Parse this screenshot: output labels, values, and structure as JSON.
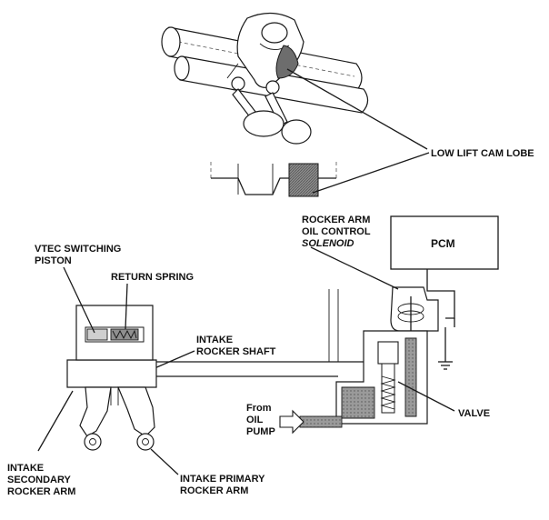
{
  "labels": {
    "low_lift_cam_lobe": "LOW LIFT CAM LOBE",
    "vtec_switching_piston": [
      "VTEC SWITCHING",
      "PISTON"
    ],
    "return_spring": "RETURN SPRING",
    "intake_rocker_shaft": [
      "INTAKE",
      "ROCKER SHAFT"
    ],
    "rocker_arm_oil_control_solenoid": [
      "ROCKER ARM",
      "OIL CONTROL",
      "SOLENOID"
    ],
    "pcm": "PCM",
    "valve": "VALVE",
    "from_oil_pump": [
      "From",
      "OIL",
      "PUMP"
    ],
    "intake_secondary_rocker_arm": [
      "INTAKE",
      "SECONDARY",
      "ROCKER ARM"
    ],
    "intake_primary_rocker_arm": [
      "INTAKE PRIMARY",
      "ROCKER ARM"
    ]
  }
}
